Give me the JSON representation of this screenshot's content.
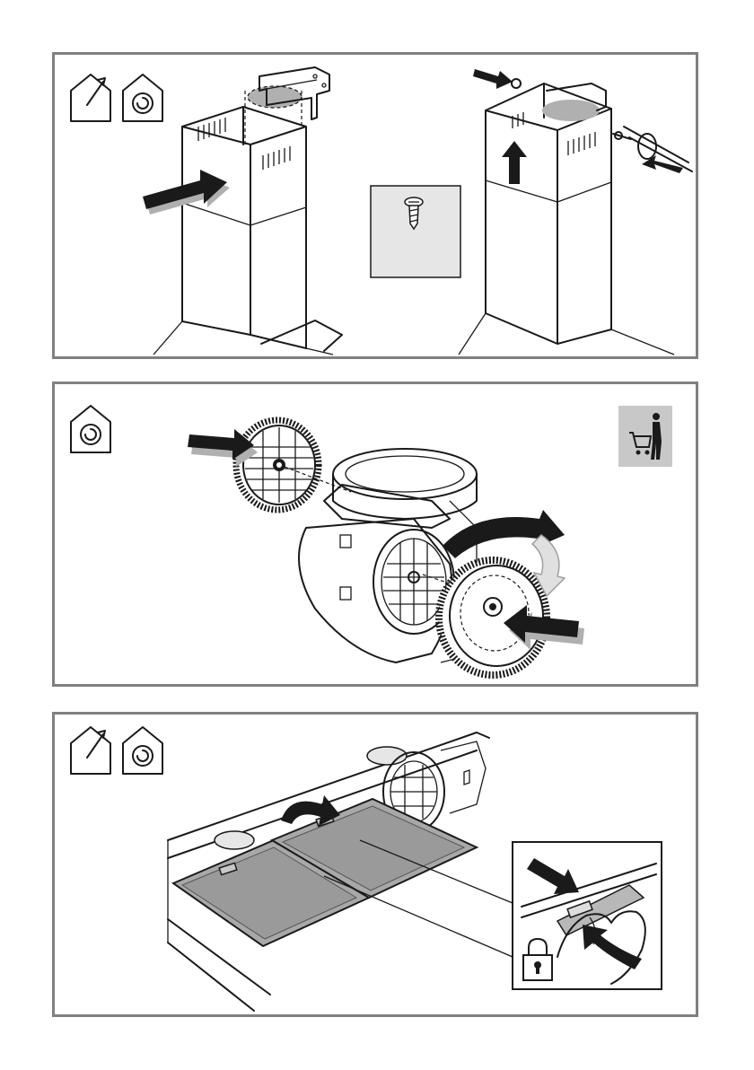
{
  "colors": {
    "frame": "#808080",
    "ink": "#1a1a1a",
    "shadow": "#b0b0b0",
    "panel_fill": "#e6e6e6"
  },
  "icons": [
    "ducted-mode-house-icon",
    "recirculation-mode-house-icon",
    "screw-icon",
    "shopping-cart-person-icon",
    "padlock-icon"
  ],
  "steps": [
    {
      "id": 1,
      "modes": [
        "ducted",
        "recirculation"
      ]
    },
    {
      "id": 2,
      "modes": [
        "recirculation"
      ]
    },
    {
      "id": 3,
      "modes": [
        "ducted",
        "recirculation"
      ]
    }
  ]
}
